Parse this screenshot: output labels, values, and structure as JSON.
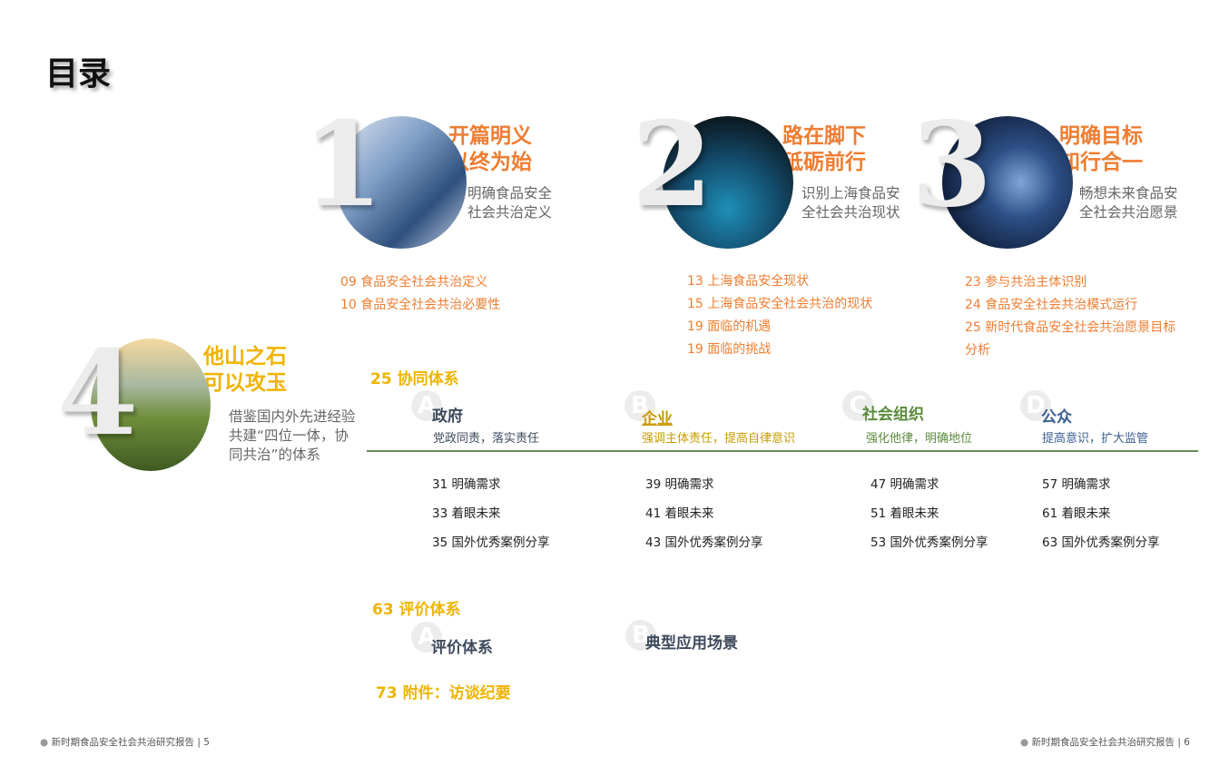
{
  "title": "目录",
  "chapters": [
    {
      "number": "1",
      "heading": [
        "开篇明义",
        "以终为始"
      ],
      "subtitle": [
        "明确食品安全",
        "社会共治定义"
      ],
      "items": [
        "09 食品安全社会共治定义",
        "10 食品安全社会共治必要性"
      ]
    },
    {
      "number": "2",
      "heading": [
        "路在脚下",
        "砥砺前行"
      ],
      "subtitle": [
        "识别上海食品安",
        "全社会共治现状"
      ],
      "items": [
        "13 上海食品安全现状",
        "15 上海食品安全社会共治的现状",
        "19 面临的机遇",
        "19 面临的挑战"
      ]
    },
    {
      "number": "3",
      "heading": [
        "明确目标",
        "知行合一"
      ],
      "subtitle": [
        "畅想未来食品安",
        "全社会共治愿景"
      ],
      "items": [
        "23 参与共治主体识别",
        "24 食品安全社会共治模式运行",
        "25 新时代食品安全社会共治愿景目标",
        "分析"
      ]
    },
    {
      "number": "4",
      "heading": [
        "他山之石",
        "可以攻玉"
      ],
      "subtitle": [
        "借鉴国内外先进经验",
        "共建“四位一体，协",
        "同共治”的体系"
      ]
    }
  ],
  "section_25": {
    "title": "25 协同体系",
    "columns": [
      {
        "letter": "A",
        "name": "政府",
        "desc": "党政同责，落实责任",
        "color": "#3d4a5c",
        "rows": [
          "31 明确需求",
          "33 着眼未来",
          "35 国外优秀案例分享"
        ]
      },
      {
        "letter": "B",
        "name": "企业",
        "desc": "强调主体责任，提高自律意识",
        "color": "#c99a00",
        "rows": [
          "39 明确需求",
          "41 着眼未来",
          "43 国外优秀案例分享"
        ]
      },
      {
        "letter": "C",
        "name": "社会组织",
        "desc": "强化他律，明确地位",
        "color": "#5b8a3c",
        "rows": [
          "47 明确需求",
          "51 着眼未来",
          "53 国外优秀案例分享"
        ]
      },
      {
        "letter": "D",
        "name": "公众",
        "desc": "提高意识，扩大监管",
        "color": "#3a5e93",
        "rows": [
          "57 明确需求",
          "61 着眼未来",
          "63 国外优秀案例分享"
        ]
      }
    ]
  },
  "section_63": {
    "title": "63 评价体系",
    "items": [
      {
        "letter": "A",
        "label": "评价体系"
      },
      {
        "letter": "B",
        "label": "典型应用场景"
      }
    ]
  },
  "section_73": {
    "title": "73 附件：访谈纪要"
  },
  "footer": {
    "left": "新时期食品安全社会共治研究报告 | 5",
    "right": "新时期食品安全社会共治研究报告 | 6"
  },
  "colors": {
    "orange": "#ef7d31",
    "yellow": "#f0b400"
  }
}
